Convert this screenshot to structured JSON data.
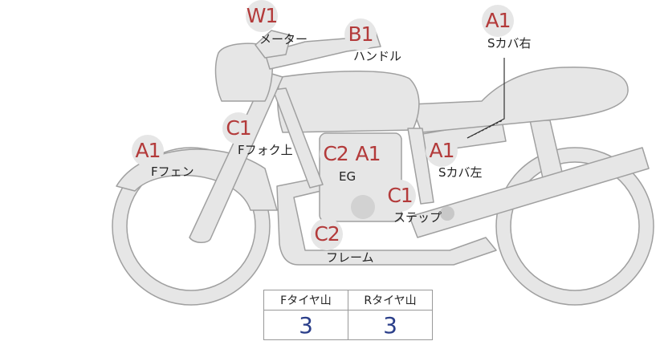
{
  "badges": {
    "w1": "W1",
    "b1": "B1",
    "a1_s_cover_right": "A1",
    "c1_f_fork": "C1",
    "a1_f_fender": "A1",
    "c2_eg": "C2",
    "a1_eg": "A1",
    "a1_s_cover_left": "A1",
    "c1_step": "C1",
    "c2_frame": "C2"
  },
  "labels": {
    "meter": "メーター",
    "handle": "ハンドル",
    "s_cover_right": "Sカバ右",
    "f_fork_upper": "Fフォク上",
    "f_fender": "Fフェン",
    "eg": "EG",
    "s_cover_left": "Sカバ左",
    "step": "ステップ",
    "frame": "フレーム"
  },
  "tire_table": {
    "headers": [
      "Fタイヤ山",
      "Rタイヤ山"
    ],
    "values": [
      "3",
      "3"
    ]
  },
  "colors": {
    "bike_fill": "#e6e6e6",
    "bike_stroke": "#a0a0a0",
    "badge_text": "#b33a3a",
    "value_text": "#2b3f8a"
  }
}
